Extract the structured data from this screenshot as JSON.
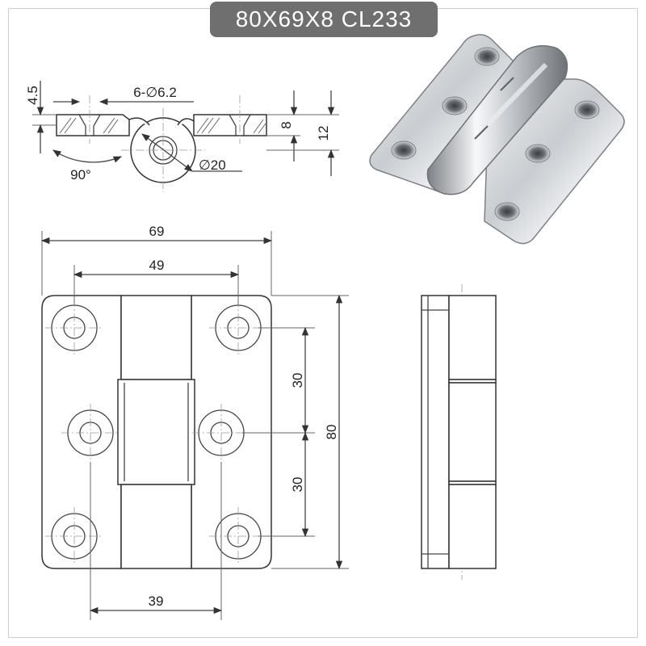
{
  "title": "80X69X8  CL233",
  "colors": {
    "title_bg": "#6f6f6f",
    "title_text": "#ffffff",
    "line": "#333333",
    "metal_light": "#e6e8ea",
    "metal_dark": "#8a8d92"
  },
  "top_view": {
    "thickness": "4.5",
    "holes": "6-∅6.2",
    "leaf_thickness": "8",
    "total_height": "12",
    "angle": "90°",
    "knuckle_diameter": "∅20"
  },
  "front_view": {
    "width": "69",
    "hole_spacing_horizontal": "49",
    "hole_pitch_upper": "30",
    "hole_pitch_lower": "30",
    "height": "80",
    "knuckle_offset": "39"
  },
  "photo": {
    "description_icon": "hinge-photo"
  }
}
